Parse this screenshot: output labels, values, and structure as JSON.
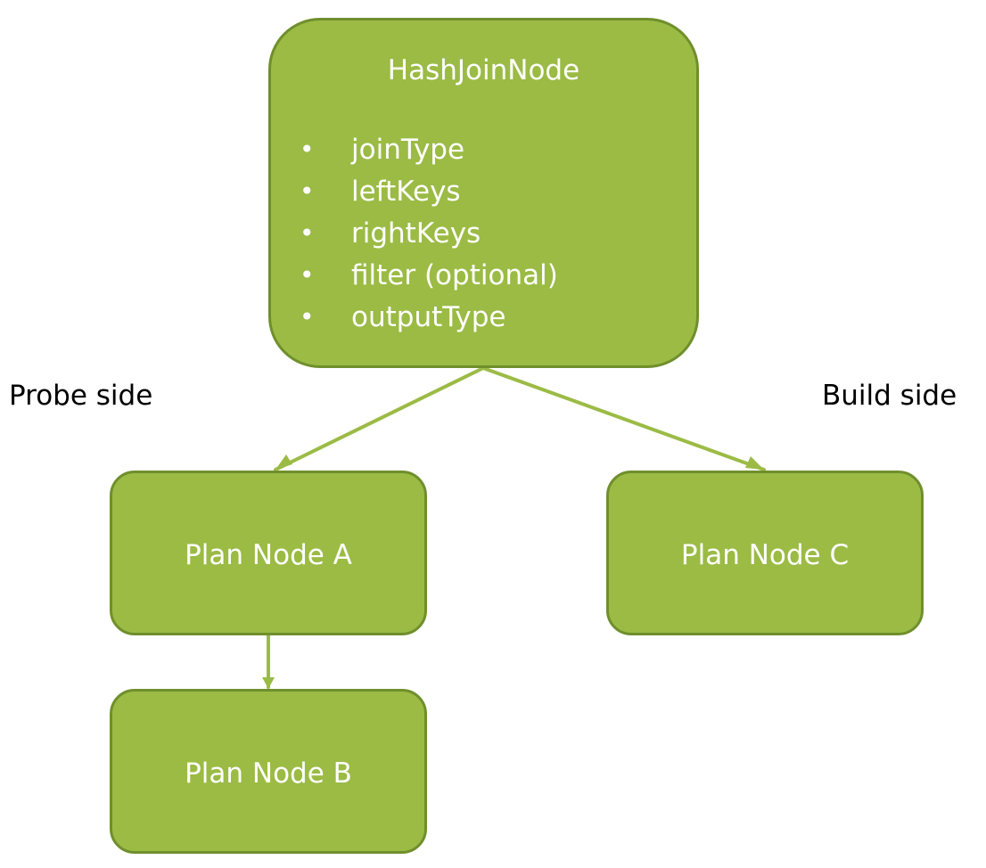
{
  "diagram": {
    "hash_join_node": {
      "title": "HashJoinNode",
      "fields": [
        "joinType",
        "leftKeys",
        "rightKeys",
        "filter (optional)",
        "outputType"
      ],
      "bullet": "•"
    },
    "labels": {
      "probe_side": "Probe side",
      "build_side": "Build side"
    },
    "plan_nodes": {
      "a": "Plan Node A",
      "b": "Plan Node B",
      "c": "Plan Node C"
    },
    "colors": {
      "node_fill": "#9bbb45",
      "node_border": "#6f8f2c",
      "edge": "#9bbb45",
      "text": "#ffffff"
    }
  }
}
